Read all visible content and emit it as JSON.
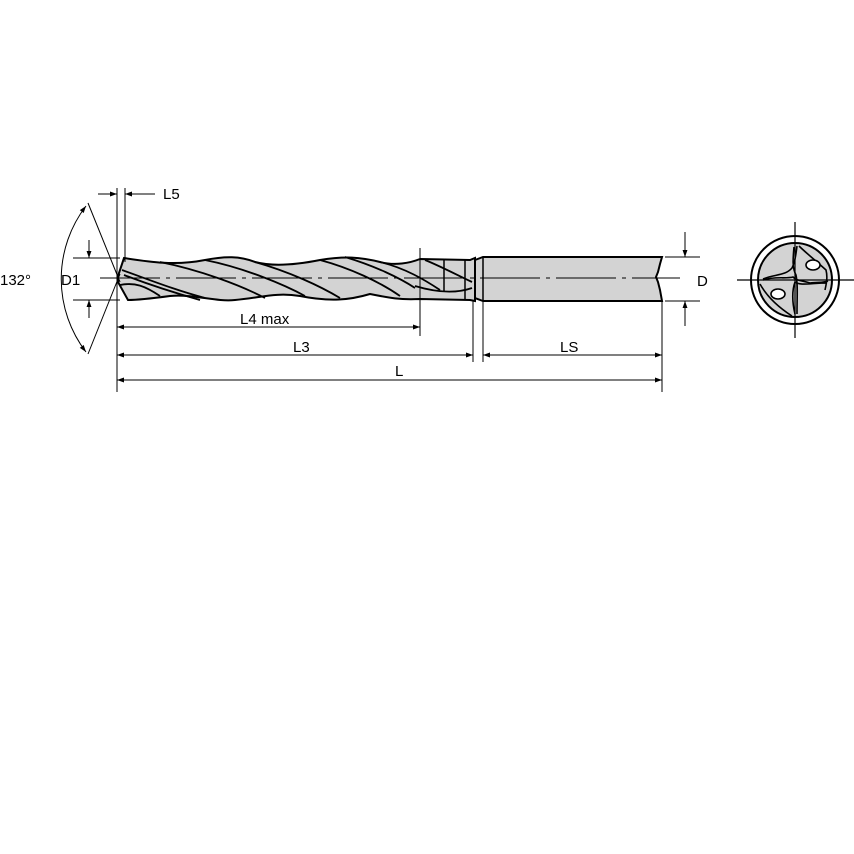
{
  "drawing": {
    "title": "Solid carbide drill dimension drawing",
    "colors": {
      "line": "#000000",
      "fill": "#d3d3d3",
      "background": "#ffffff"
    },
    "labels": {
      "point_angle": "132°",
      "tip_diameter": "D1",
      "tip_length": "L5",
      "flute_length": "L4 max",
      "body_length": "L3",
      "shank_length": "LS",
      "overall_length": "L",
      "shank_diameter": "D"
    },
    "views": [
      "side-view",
      "end-view"
    ]
  }
}
